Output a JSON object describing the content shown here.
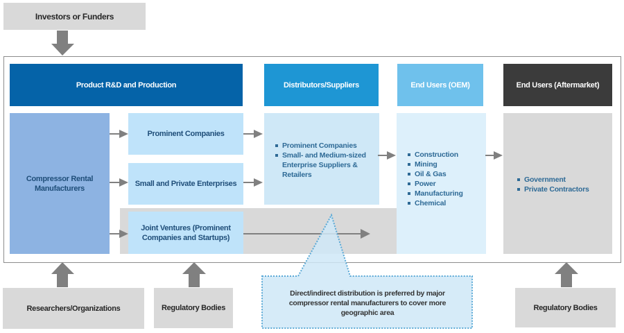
{
  "top": {
    "investors": "Investors or Funders"
  },
  "headers": {
    "product_rd": "Product R&D and Production",
    "distributors": "Distributors/Suppliers",
    "end_users_oem": "End Users (OEM)",
    "end_users_aftermarket": "End Users (Aftermarket)"
  },
  "production": {
    "manufacturers": "Compressor Rental Manufacturers",
    "prominent": "Prominent Companies",
    "small_private": "Small and Private Enterprises",
    "joint_ventures": "Joint Ventures (Prominent Companies and Startups)"
  },
  "distributors_list": [
    "Prominent Companies",
    "Small- and Medium-sized Enterprise Suppliers & Retailers"
  ],
  "oem_list": [
    "Construction",
    "Mining",
    "Oil & Gas",
    "Power",
    "Manufacturing",
    "Chemical"
  ],
  "aftermarket_list": [
    "Government",
    "Private Contractors"
  ],
  "bottom": {
    "researchers": "Researchers/Organizations",
    "regulatory_left": "Regulatory Bodies",
    "regulatory_right": "Regulatory Bodies"
  },
  "callout": "Direct/indirect distribution is preferred by major compressor rental manufacturers to cover more geographic area",
  "colors": {
    "product_rd": "#0563a8",
    "distributors": "#1e96d4",
    "end_users_oem": "#6fc1ec",
    "end_users_aftermarket": "#3b3b3b",
    "manufacturers": "#8db3e2",
    "light_blue": "#bfe3fa",
    "distributors_body": "#cfe8f7",
    "oem_body": "#ddf0fb",
    "gray": "#d9d9d9",
    "arrow": "#808080"
  }
}
